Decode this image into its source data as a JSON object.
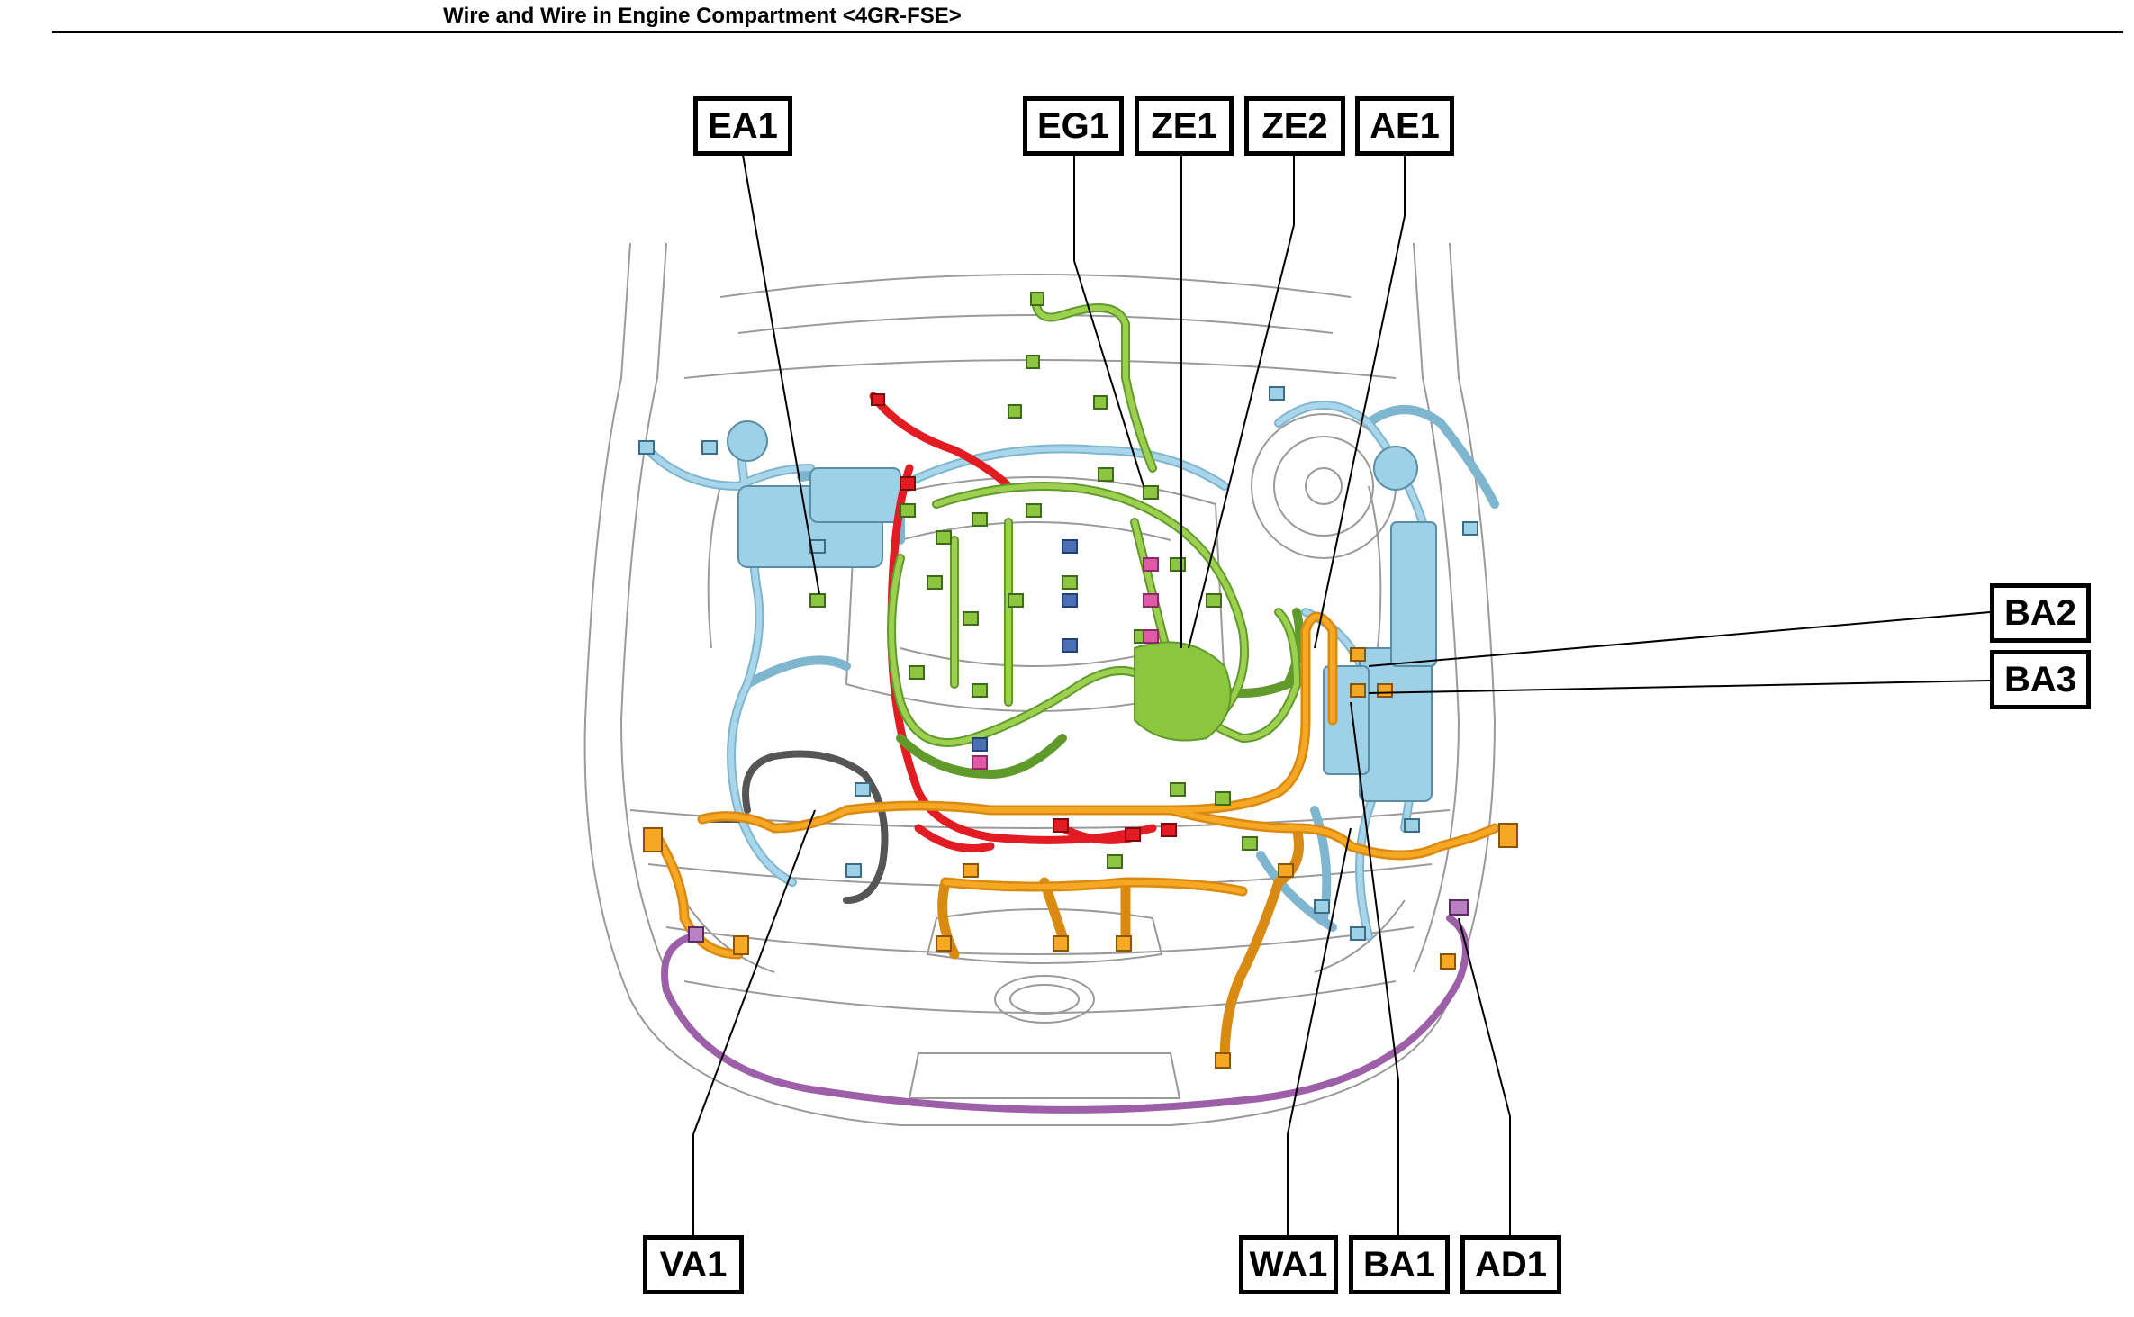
{
  "title": "Wire and Wire in Engine Compartment <4GR-FSE>",
  "colors": {
    "engine_wire": "#8cc63f",
    "cowl_wire": "#9ed0e6",
    "front_wire": "#f7a823",
    "battery_wire": "#e31b23",
    "bumper_wire": "#b980c2",
    "ground_wire": "#555555",
    "outline": "#9a9a9a"
  },
  "callouts": {
    "ea1": "EA1",
    "eg1": "EG1",
    "ze1": "ZE1",
    "ze2": "ZE2",
    "ae1": "AE1",
    "ba2": "BA2",
    "ba3": "BA3",
    "va1": "VA1",
    "wa1": "WA1",
    "ba1": "BA1",
    "ad1": "AD1"
  }
}
